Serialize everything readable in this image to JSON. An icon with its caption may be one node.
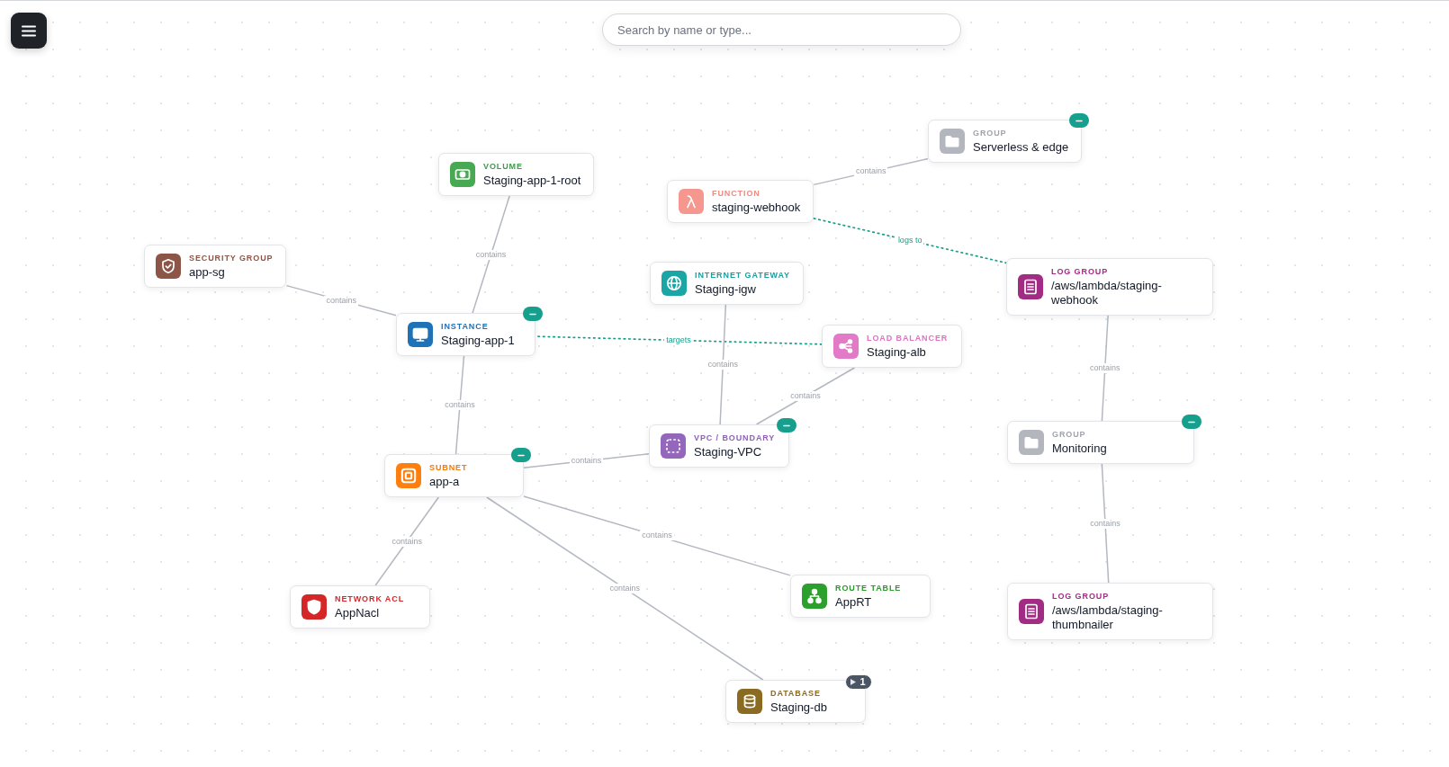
{
  "diagram": {
    "nodes": [
      {
        "text": [
          "GROUP",
          "Serverless & edge"
        ]
      },
      {
        "text": [
          "VOLUME",
          "Staging-app-1-root"
        ]
      },
      {
        "text": [
          "FUNCTION",
          "staging-webhook"
        ]
      },
      {
        "text": [
          "SECURITY GROUP",
          "app-sg"
        ]
      },
      {
        "text": [
          "LOG GROUP",
          "/aws/lambda/staging-webhook"
        ]
      },
      {
        "text": [
          "INTERNET GATEWAY",
          "Staging-igw"
        ]
      },
      {
        "text": [
          "INSTANCE",
          "Staging-app-1"
        ]
      },
      {
        "text": [
          "LOAD BALANCER",
          "Staging-alb"
        ]
      },
      {
        "text": [
          "GROUP",
          "Monitoring"
        ]
      },
      {
        "text": [
          "VPC / BOUNDARY",
          "Staging-VPC"
        ]
      },
      {
        "text": [
          "SUBNET",
          "app-a"
        ]
      },
      {
        "text": [
          "ROUTE TABLE",
          "AppRT"
        ]
      },
      {
        "text": [
          "NETWORK ACL",
          "AppNacl"
        ]
      },
      {
        "text": [
          "LOG GROUP",
          "/aws/lambda/staging-thumbnailer"
        ]
      },
      {
        "text": [
          "DATABASE",
          "Staging-db",
          "1"
        ]
      }
    ],
    "edges": [
      {
        "from": 0,
        "to": 2,
        "arrow": "none",
        "label": "contains"
      },
      {
        "from": 2,
        "to": 4,
        "arrow": "none",
        "label": "logs to",
        "style": "dashed",
        "color": "#1a9e8a"
      },
      {
        "from": 6,
        "to": 1,
        "arrow": "none",
        "label": "contains"
      },
      {
        "from": 6,
        "to": 3,
        "arrow": "none",
        "label": "contains"
      },
      {
        "from": 7,
        "to": 6,
        "arrow": "none",
        "label": "targets",
        "style": "dashed",
        "color": "#1a9e8a"
      },
      {
        "from": 10,
        "to": 6,
        "arrow": "none",
        "label": "contains"
      },
      {
        "from": 9,
        "to": 5,
        "arrow": "none",
        "label": "contains"
      },
      {
        "from": 9,
        "to": 7,
        "arrow": "none",
        "label": "contains"
      },
      {
        "from": 9,
        "to": 10,
        "arrow": "none",
        "label": "contains"
      },
      {
        "from": 8,
        "to": 4,
        "arrow": "none",
        "label": "contains"
      },
      {
        "from": 8,
        "to": 13,
        "arrow": "none",
        "label": "contains"
      },
      {
        "from": 10,
        "to": 12,
        "arrow": "none",
        "label": "contains"
      },
      {
        "from": 10,
        "to": 11,
        "arrow": "none",
        "label": "contains"
      },
      {
        "from": 10,
        "to": 14,
        "arrow": "none",
        "label": "contains"
      }
    ],
    "labels": [
      "Search by name or type..."
    ]
  }
}
